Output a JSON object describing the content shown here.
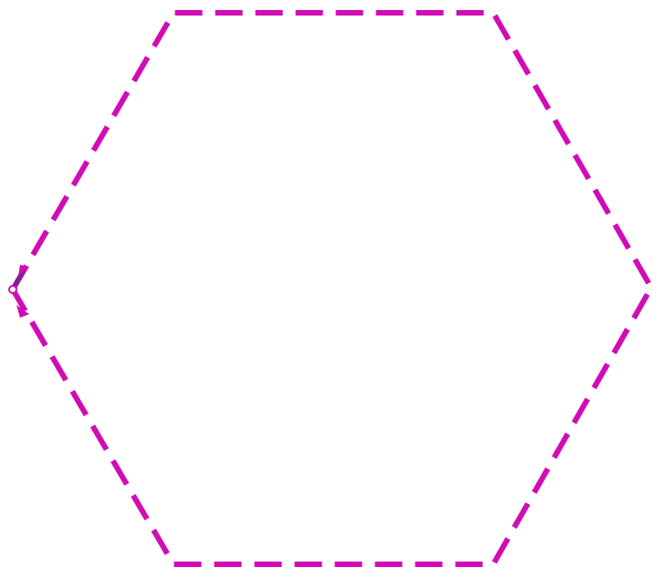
{
  "diagram": {
    "shape": "hexagon",
    "orientation": "flat-top",
    "stroke_style": "dashed",
    "stroke_color": "#d10cb5",
    "highlight_color": "#6a2a8a",
    "background": "#ffffff",
    "start_marker": "open-circle",
    "direction_markers": [
      "arrowhead",
      "arrowhead"
    ]
  }
}
